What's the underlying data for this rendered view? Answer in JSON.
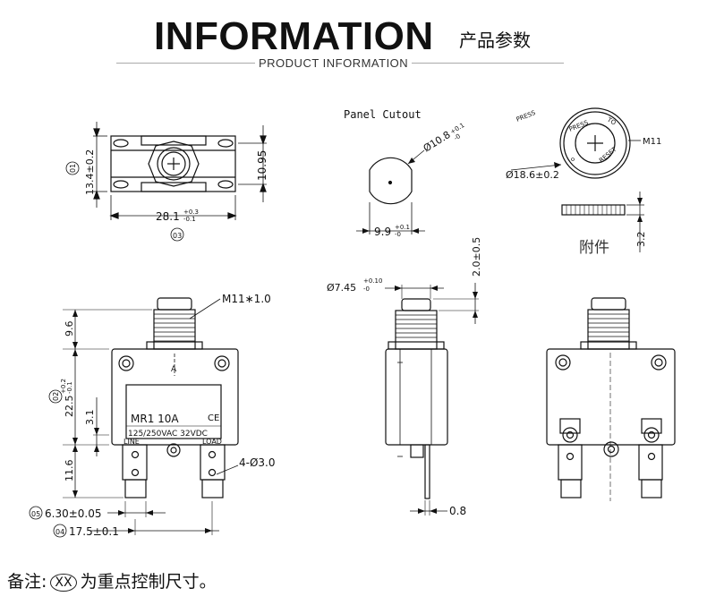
{
  "header": {
    "title": "INFORMATION",
    "title_cn": "产品参数",
    "subtitle": "PRODUCT INFORMATION"
  },
  "top_view": {
    "height_dim": "13.4±0.2",
    "height_tag": "01",
    "inner_height_dim": "10.95",
    "width_dim": "28.1",
    "width_tol_upper": "+0.3",
    "width_tol_lower": "-0.1",
    "width_tag": "03"
  },
  "panel_cutout": {
    "title": "Panel Cutout",
    "diameter": "Ø10.8",
    "diameter_tol_upper": "+0.1",
    "diameter_tol_lower": "-0",
    "flat": "9.9",
    "flat_tol_upper": "+0.1",
    "flat_tol_lower": "-0"
  },
  "accessory": {
    "press_label": "PRESS",
    "ring_label_press": "PRESS",
    "ring_label_to": "TO",
    "ring_label_reset": "RESET",
    "thread": "M11",
    "diameter": "Ø18.6±0.2",
    "thickness": "3.2",
    "label_cn": "附件"
  },
  "front_view": {
    "thread": "M11∗1.0",
    "upper_height": "9.6",
    "body_height": "22.5",
    "body_tol_upper": "+0.2",
    "body_tol_lower": "-0.1",
    "body_tag": "02",
    "mid_height": "3.1",
    "terminal_length": "11.6",
    "model": "MR1  10A",
    "ce_mark": "CE",
    "rating": "125/250VAC  32VDC",
    "line_label": "LINE",
    "load_label": "LOAD",
    "arrow_label": "A",
    "holes": "4-Ø3.0",
    "terminal_width": "6.30±0.05",
    "terminal_width_tag": "05",
    "terminal_pitch": "17.5±0.1",
    "terminal_pitch_tag": "04"
  },
  "side_view": {
    "button_dia": "Ø7.45",
    "button_tol_upper": "+0.10",
    "button_tol_lower": "-0",
    "button_height": "2.0±0.5",
    "pin_thickness": "0.8"
  },
  "footer": {
    "note_prefix": "备注:",
    "note_tag": "XX",
    "note_text": "为重点控制尺寸。"
  }
}
